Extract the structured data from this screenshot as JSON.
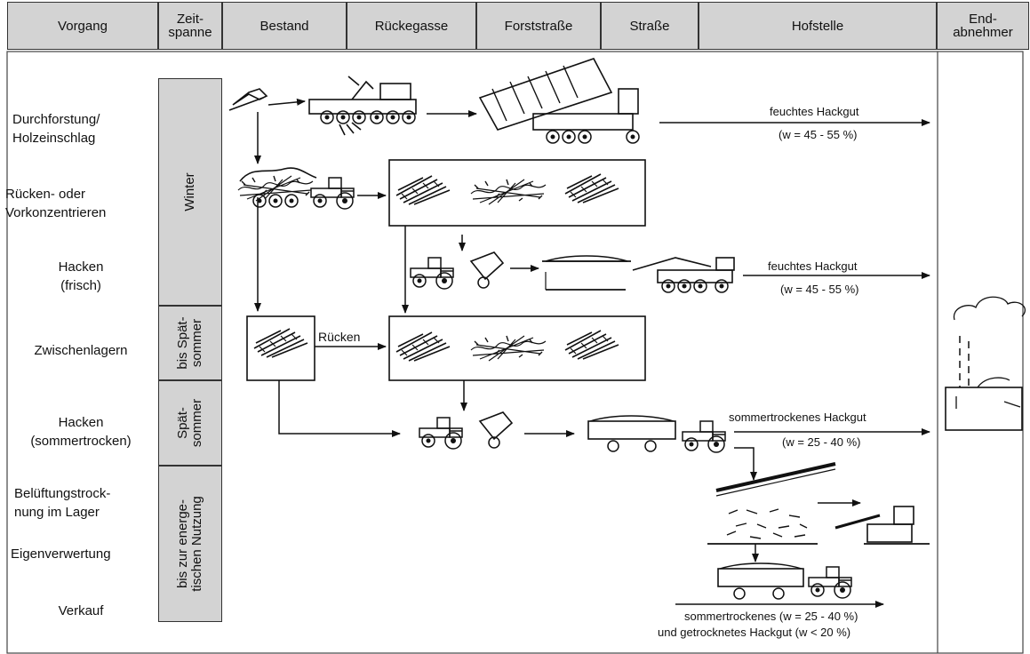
{
  "columns": [
    {
      "label": "Vorgang"
    },
    {
      "label": "Zeit-\nspanne"
    },
    {
      "label": "Bestand"
    },
    {
      "label": "Rückegasse"
    },
    {
      "label": "Forststraße"
    },
    {
      "label": "Straße"
    },
    {
      "label": "Hofstelle"
    },
    {
      "label": "End-\nabnehmer"
    }
  ],
  "rows": [
    {
      "label": "Durchforstung/\nHolzeinschlag"
    },
    {
      "label": "Rücken- oder\nVorkonzentrieren"
    },
    {
      "label": "Hacken\n(frisch)"
    },
    {
      "label": "Zwischenlagern"
    },
    {
      "label": "Hacken\n(sommertrocken)"
    },
    {
      "label": "Belüftungstrock-\nnung im Lager"
    },
    {
      "label": "Eigenverwertung"
    },
    {
      "label": "Verkauf"
    }
  ],
  "phases": [
    {
      "label": "Winter"
    },
    {
      "label": "bis Spät-\nsommer"
    },
    {
      "label": "Spät-\nsommer"
    },
    {
      "label": "bis zur energe-\ntischen Nutzung"
    }
  ],
  "flow_labels": {
    "wet_1": "feuchtes Hackgut",
    "wet_1_w": "(w = 45 - 55 %)",
    "wet_2": "feuchtes Hackgut",
    "wet_2_w": "(w = 45 - 55 %)",
    "ruecken": "Rücken",
    "summer": "sommertrockenes Hackgut",
    "summer_w": "(w = 25 - 40 %)",
    "final_1": "sommertrockenes (w = 25 - 40 %)",
    "final_2": "und getrocknetes Hackgut (w < 20 %)"
  },
  "colors": {
    "header_fill": "#d3d3d3",
    "line": "#222222"
  }
}
